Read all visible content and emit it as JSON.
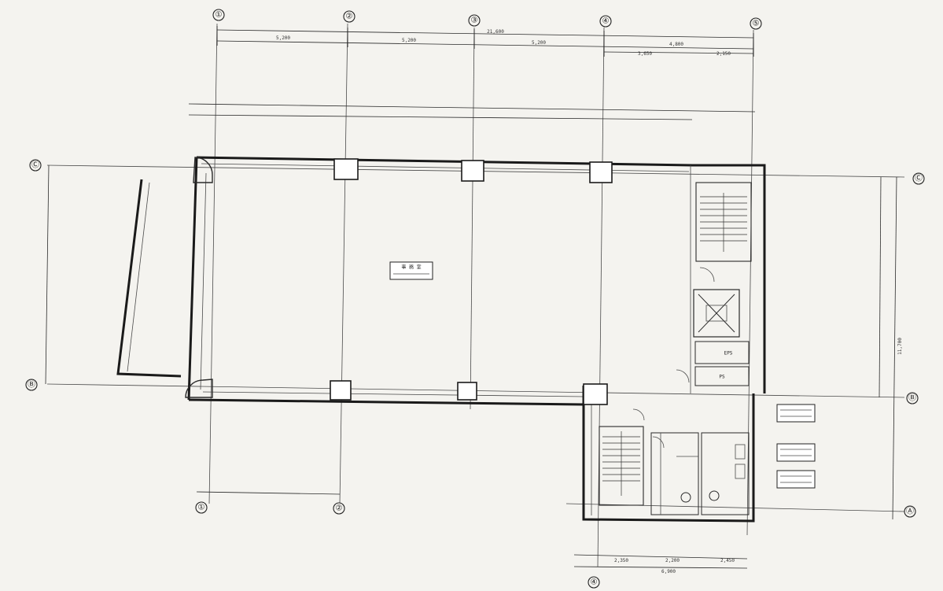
{
  "grid": {
    "columns": [
      "①",
      "②",
      "③",
      "④",
      "⑤"
    ],
    "rows": [
      "Ⓒ",
      "Ⓑ",
      "Ⓐ"
    ]
  },
  "dimensions": {
    "overall": "21,600",
    "spans": [
      "5,200",
      "5,200",
      "5,200",
      "4,800"
    ],
    "sub_spans": [
      "3,650",
      "2,150"
    ],
    "bottom": [
      "2,350",
      "2,200",
      "2,450"
    ],
    "bottom_total": "6,900",
    "right_total": "11,700"
  },
  "rooms": {
    "office_label": "事 務 室",
    "eps": "EPS",
    "ps": "PS"
  }
}
